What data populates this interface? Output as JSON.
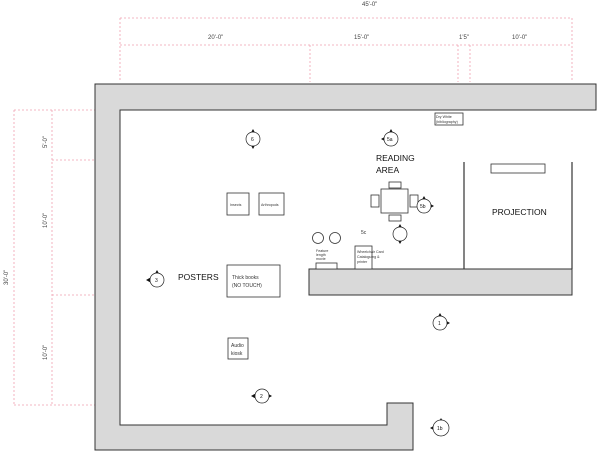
{
  "dimensions": {
    "overall_width": "45'-0\"",
    "seg_1": "20'-0\"",
    "seg_2": "15'-0\"",
    "seg_3": "1'5\"",
    "seg_4": "10'-0\"",
    "overall_height": "30'-0\"",
    "side_1": "5'-0\"",
    "side_2": "10'-0\"",
    "side_3": "10'-0\""
  },
  "rooms": {
    "reading_area_1": "READING",
    "reading_area_2": "AREA",
    "projection": "PROJECTION",
    "posters": "POSTERS"
  },
  "furniture": {
    "insects": "Insects",
    "arthropods": "Arthropods",
    "thick_books_1": "Thick books",
    "thick_books_2": "(NO TOUCH)",
    "audio_kiosk_1": "Audio",
    "audio_kiosk_2": "kiosk",
    "feature_1": "Feature",
    "feature_2": "length",
    "feature_3": "movie",
    "wheelchair_1": "Wheelchair Card",
    "wheelchair_2": "Cataloguing &",
    "wheelchair_3": "printer",
    "dry_white_1": "Dry White",
    "dry_white_2": "(bibliography)",
    "station_5c": "5c"
  },
  "markers": [
    {
      "id": "m-6",
      "label": "6"
    },
    {
      "id": "m-5a",
      "label": "5a"
    },
    {
      "id": "m-5b",
      "label": "5b"
    },
    {
      "id": "m-3",
      "label": "3"
    },
    {
      "id": "m-1",
      "label": "1"
    },
    {
      "id": "m-2",
      "label": "2"
    },
    {
      "id": "m-1b",
      "label": "1b"
    }
  ],
  "colors": {
    "wall_fill": "#d9d9d9",
    "dimension_line": "#f0a0b0",
    "outline": "#333333"
  }
}
